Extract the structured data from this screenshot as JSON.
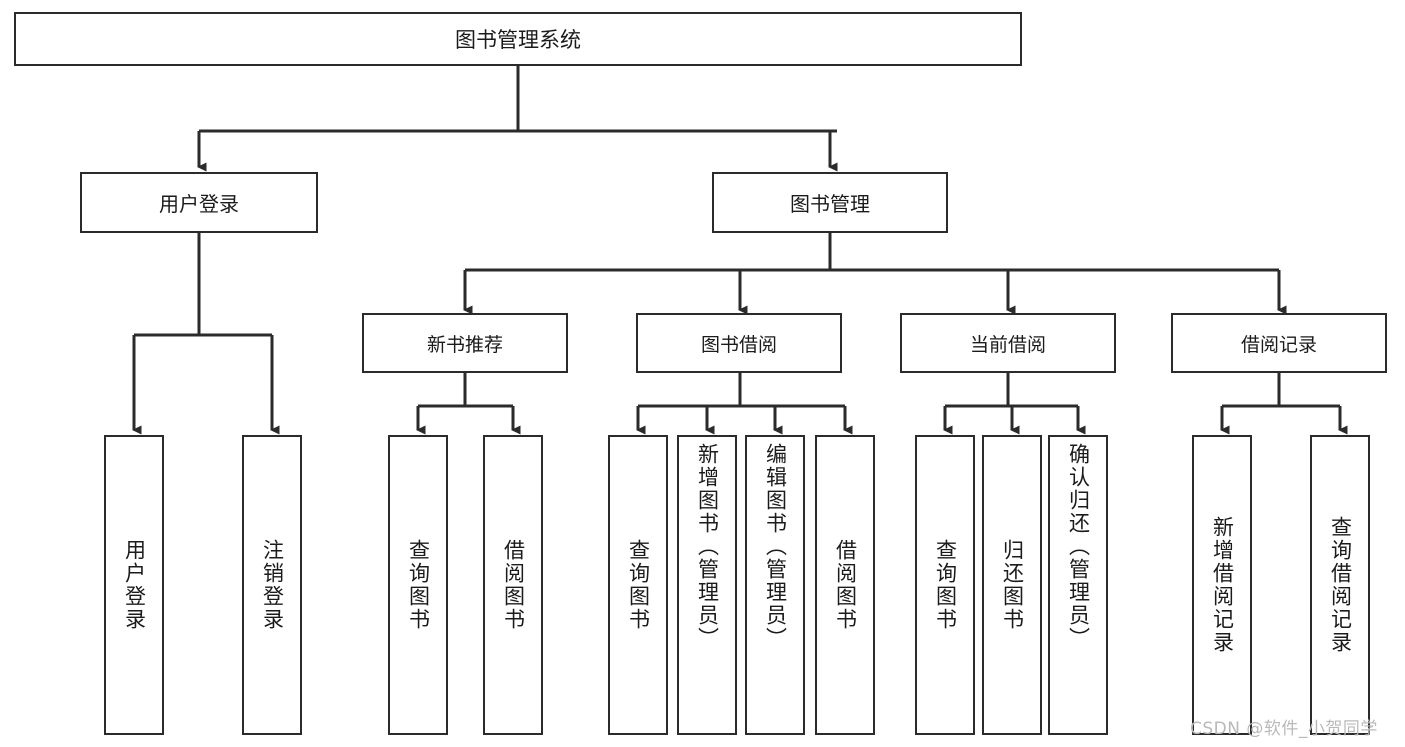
{
  "diagram": {
    "type": "tree-hierarchy",
    "title": "图书管理系统",
    "watermark": "CSDN @软件_小贺同学",
    "colors": {
      "stroke": "#2b2b2b",
      "fill": "#ffffff",
      "text": "#1b1b1b",
      "watermark": "#b9b9b9"
    },
    "root": {
      "label": "图书管理系统"
    },
    "level2": [
      {
        "label": "用户登录"
      },
      {
        "label": "图书管理"
      }
    ],
    "level3": [
      {
        "label": "新书推荐"
      },
      {
        "label": "图书借阅"
      },
      {
        "label": "当前借阅"
      },
      {
        "label": "借阅记录"
      }
    ],
    "leaves": {
      "user_login": [
        {
          "label": "用户登录"
        },
        {
          "label": "注销登录"
        }
      ],
      "new_book_recommend": [
        {
          "label": "查询图书"
        },
        {
          "label": "借阅图书"
        }
      ],
      "book_borrow": [
        {
          "label": "查询图书"
        },
        {
          "label": "新增图书（管理员）"
        },
        {
          "label": "编辑图书（管理员）"
        },
        {
          "label": "借阅图书"
        }
      ],
      "current_borrow": [
        {
          "label": "查询图书"
        },
        {
          "label": "归还图书"
        },
        {
          "label": "确认归还（管理员）"
        }
      ],
      "borrow_record": [
        {
          "label": "新增借阅记录"
        },
        {
          "label": "查询借阅记录"
        }
      ]
    }
  }
}
